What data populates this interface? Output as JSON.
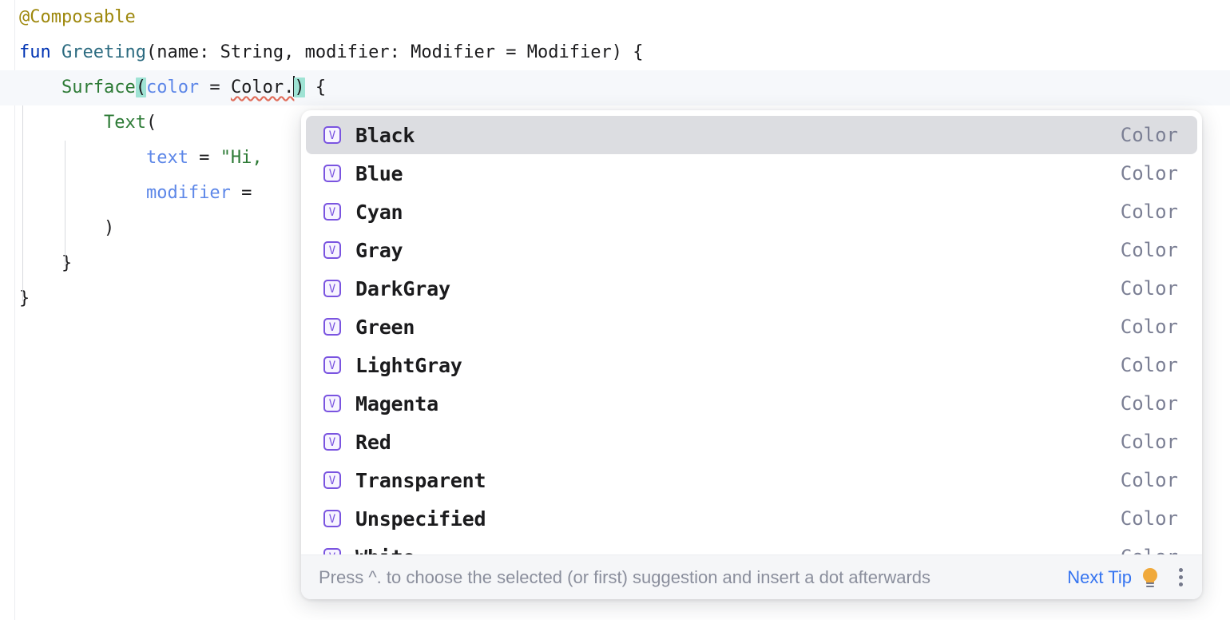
{
  "editor": {
    "lines": [
      {
        "id": "line-annotation",
        "indent": 0,
        "current": false,
        "parts": [
          {
            "t": "@Composable",
            "c": "tok-annot"
          }
        ]
      },
      {
        "id": "line-fun-greeting",
        "indent": 0,
        "current": false,
        "parts": [
          {
            "t": "fun ",
            "c": "tok-kw"
          },
          {
            "t": "Greeting",
            "c": "tok-fnname"
          },
          {
            "t": "(name: String, modifier: Modifier = Modifier) {",
            "c": "tok-plain"
          }
        ]
      },
      {
        "id": "line-surface",
        "indent": 1,
        "current": true,
        "parts": [
          {
            "t": "Surface",
            "c": "tok-fncall"
          },
          {
            "t": "(",
            "c": "tok-plain brace-hl"
          },
          {
            "t": "color",
            "c": "tok-param"
          },
          {
            "t": " = ",
            "c": "tok-plain"
          },
          {
            "t": "Color.",
            "c": "tok-plain err-squiggle"
          },
          {
            "t": "CARET",
            "c": "caret"
          },
          {
            "t": ")",
            "c": "tok-plain brace-hl"
          },
          {
            "t": " {",
            "c": "tok-plain"
          }
        ]
      },
      {
        "id": "line-text-open",
        "indent": 2,
        "current": false,
        "parts": [
          {
            "t": "Text",
            "c": "tok-fncall"
          },
          {
            "t": "(",
            "c": "tok-plain"
          }
        ]
      },
      {
        "id": "line-text-arg",
        "indent": 3,
        "current": false,
        "parts": [
          {
            "t": "text",
            "c": "tok-param"
          },
          {
            "t": " = ",
            "c": "tok-plain"
          },
          {
            "t": "\"Hi,",
            "c": "tok-string"
          }
        ]
      },
      {
        "id": "line-modifier-arg",
        "indent": 3,
        "current": false,
        "parts": [
          {
            "t": "modifier",
            "c": "tok-param"
          },
          {
            "t": " = ",
            "c": "tok-plain"
          }
        ]
      },
      {
        "id": "line-text-close",
        "indent": 2,
        "current": false,
        "parts": [
          {
            "t": ")",
            "c": "tok-plain"
          }
        ]
      },
      {
        "id": "line-surface-close",
        "indent": 1,
        "current": false,
        "parts": [
          {
            "t": "}",
            "c": "tok-plain"
          }
        ]
      },
      {
        "id": "line-fun-close",
        "indent": 0,
        "current": false,
        "parts": [
          {
            "t": "}",
            "c": "tok-plain"
          }
        ]
      }
    ]
  },
  "completion": {
    "icon_glyph": "V",
    "icon_name": "property-value-icon",
    "selected_index": 0,
    "items": [
      {
        "label": "Black",
        "type": "Color"
      },
      {
        "label": "Blue",
        "type": "Color"
      },
      {
        "label": "Cyan",
        "type": "Color"
      },
      {
        "label": "Gray",
        "type": "Color"
      },
      {
        "label": "DarkGray",
        "type": "Color"
      },
      {
        "label": "Green",
        "type": "Color"
      },
      {
        "label": "LightGray",
        "type": "Color"
      },
      {
        "label": "Magenta",
        "type": "Color"
      },
      {
        "label": "Red",
        "type": "Color"
      },
      {
        "label": "Transparent",
        "type": "Color"
      },
      {
        "label": "Unspecified",
        "type": "Color"
      },
      {
        "label": "White",
        "type": "Color"
      }
    ]
  },
  "hint_bar": {
    "text": "Press ^. to choose the selected (or first) suggestion and insert a dot afterwards",
    "link_label": "Next Tip",
    "bulb_icon": "lightbulb-icon",
    "menu_icon": "kebab-menu-icon"
  },
  "colors": {
    "selected_row": "#dcdde1",
    "icon_accent": "#7a54e0",
    "link": "#3574f0",
    "bulb": "#f0a93b",
    "brace_highlight": "#9fe3d4",
    "current_line": "#f6f8fb",
    "error_squiggle": "#e06c5a"
  }
}
